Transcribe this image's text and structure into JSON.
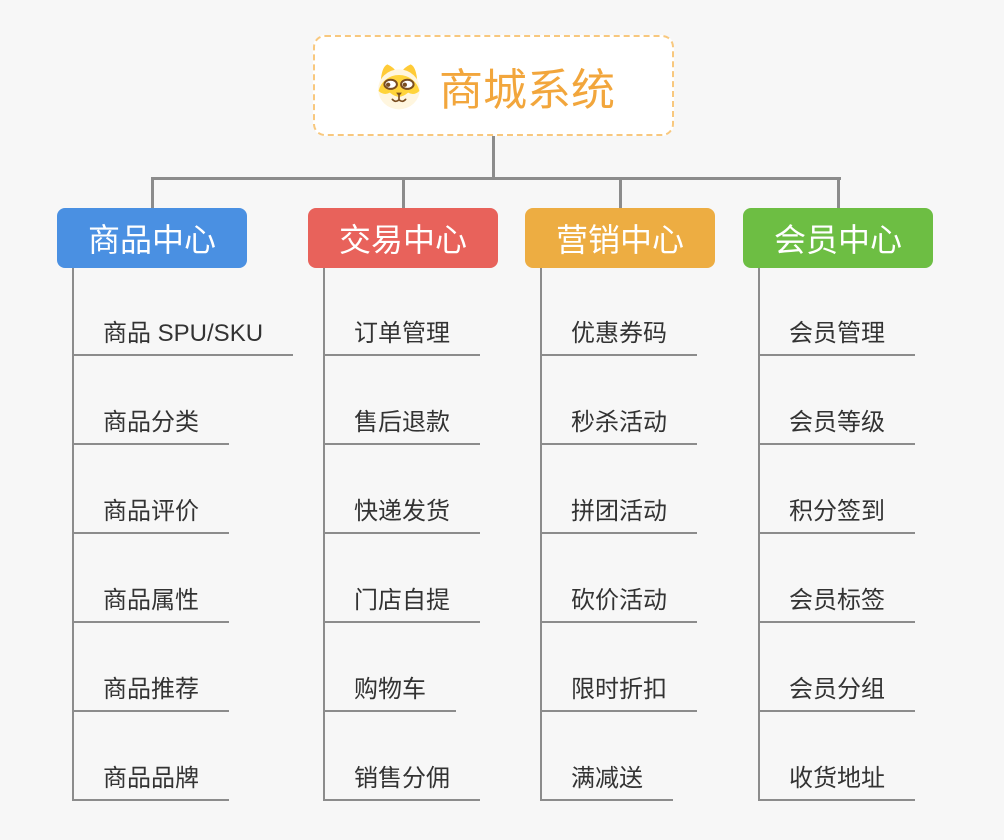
{
  "canvas": {
    "background": "#F7F7F7",
    "connector_color": "#8C8C8C",
    "child_text_color": "#333333"
  },
  "root": {
    "title": "商城系统",
    "icon": "dog-face-icon",
    "title_color": "#F2A63C",
    "border_color": "#F8C87E"
  },
  "branches": [
    {
      "key": "product-center",
      "label": "商品中心",
      "color": "#4A90E2",
      "children": [
        "商品 SPU/SKU",
        "商品分类",
        "商品评价",
        "商品属性",
        "商品推荐",
        "商品品牌"
      ]
    },
    {
      "key": "trade-center",
      "label": "交易中心",
      "color": "#E8625B",
      "children": [
        "订单管理",
        "售后退款",
        "快递发货",
        "门店自提",
        "购物车",
        "销售分佣"
      ]
    },
    {
      "key": "marketing-center",
      "label": "营销中心",
      "color": "#EDAD42",
      "children": [
        "优惠券码",
        "秒杀活动",
        "拼团活动",
        "砍价活动",
        "限时折扣",
        "满减送"
      ]
    },
    {
      "key": "member-center",
      "label": "会员中心",
      "color": "#6DBE43",
      "children": [
        "会员管理",
        "会员等级",
        "积分签到",
        "会员标签",
        "会员分组",
        "收货地址"
      ]
    }
  ]
}
